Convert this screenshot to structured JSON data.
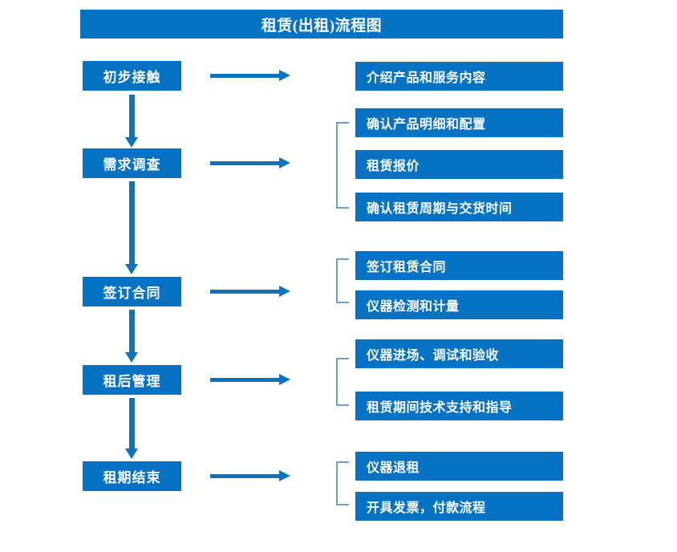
{
  "title": "租赁(出租)流程图",
  "colors": {
    "box_blue": "#0572c4",
    "arrow_blue": "#0e72bd",
    "bracket_blue": "#6a9fd0",
    "text_white": "#ffffff",
    "background": "#ffffff"
  },
  "stages": [
    {
      "label": "初步接触"
    },
    {
      "label": "需求调查"
    },
    {
      "label": "签订合同"
    },
    {
      "label": "租后管理"
    },
    {
      "label": "租期结束"
    }
  ],
  "details": [
    {
      "label": "介绍产品和服务内容"
    },
    {
      "label": "确认产品明细和配置"
    },
    {
      "label": "租赁报价"
    },
    {
      "label": "确认租赁周期与交货时间"
    },
    {
      "label": "签订租赁合同"
    },
    {
      "label": "仪器检测和计量"
    },
    {
      "label": "仪器进场、调试和验收"
    },
    {
      "label": "租赁期间技术支持和指导"
    },
    {
      "label": "仪器退租"
    },
    {
      "label": "开具发票，付款流程"
    }
  ],
  "icons": {
    "right_arrow": "right-arrow-icon",
    "down_arrow": "down-arrow-icon",
    "bracket": "bracket-connector-icon"
  }
}
